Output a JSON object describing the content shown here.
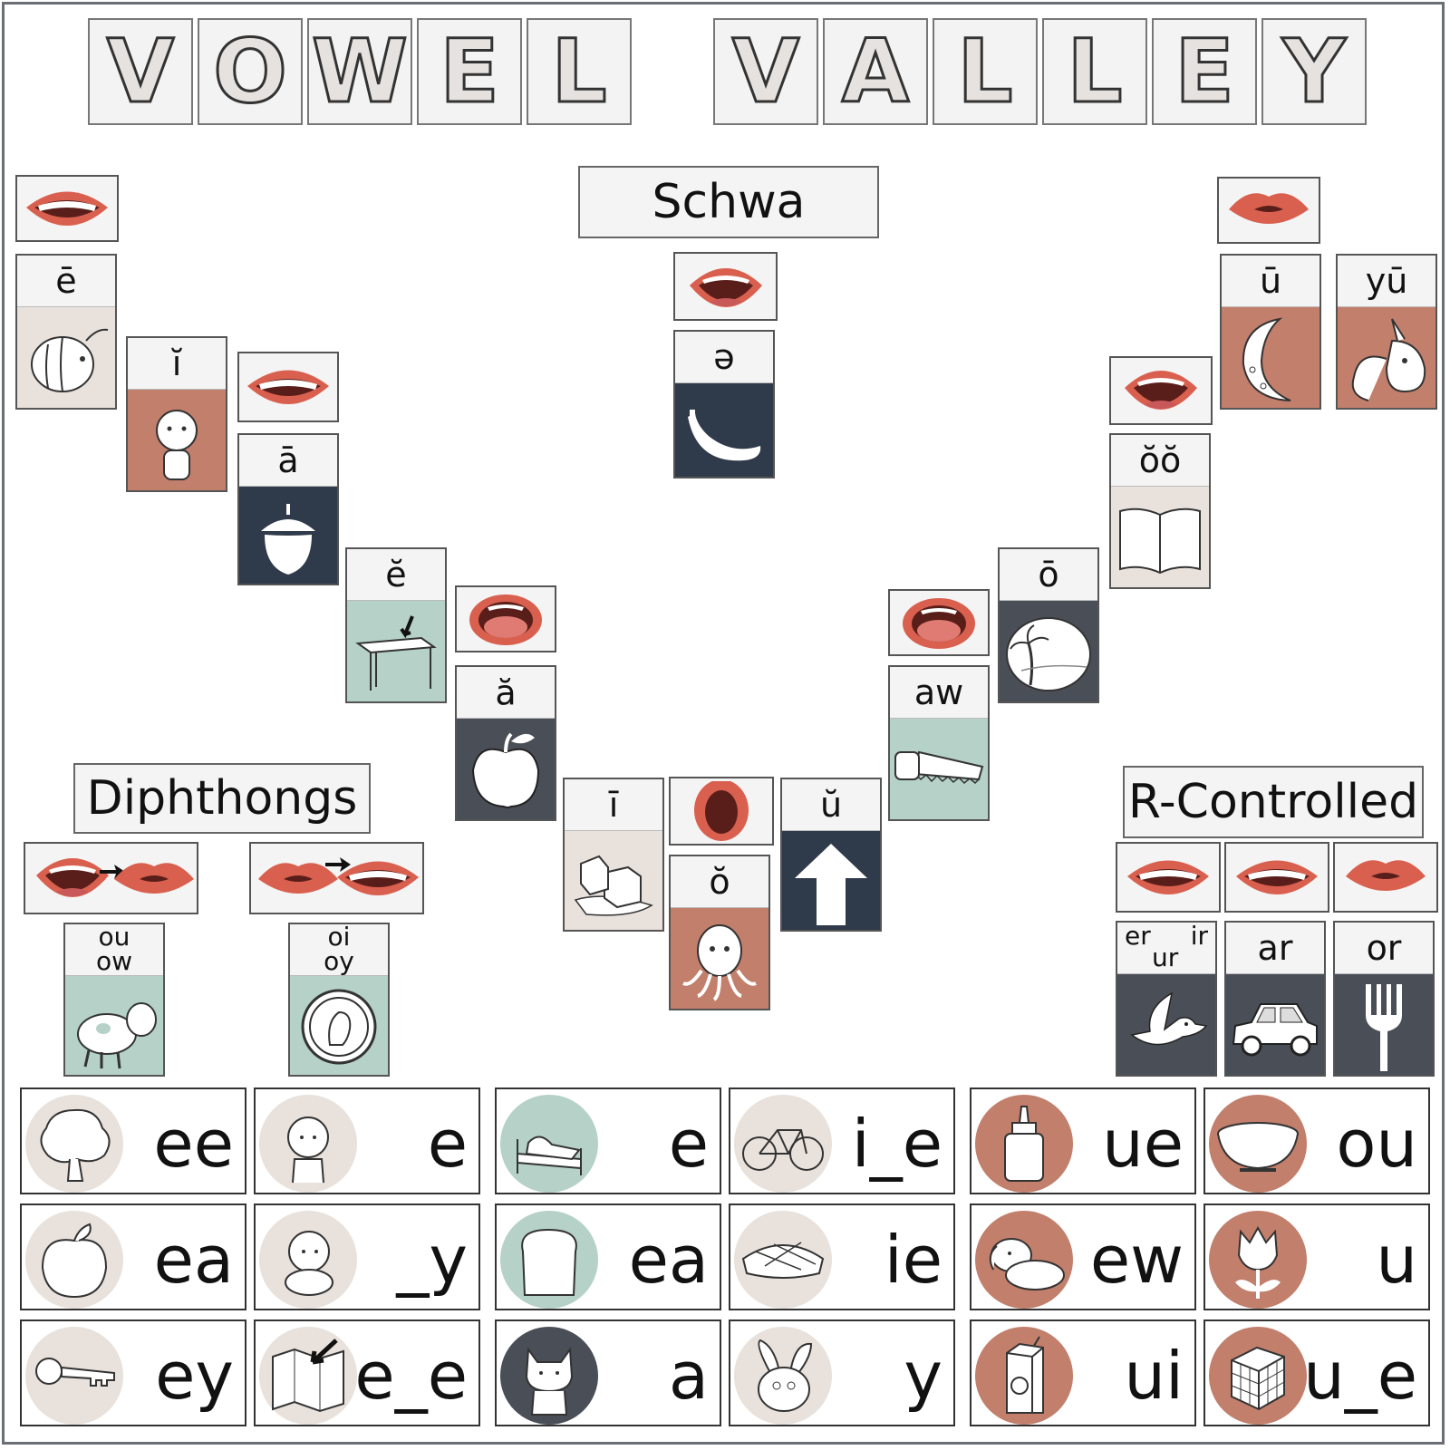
{
  "title": {
    "word1": [
      "V",
      "O",
      "W",
      "E",
      "L"
    ],
    "word2": [
      "V",
      "A",
      "L",
      "L",
      "E",
      "Y"
    ]
  },
  "labels": {
    "schwa": "Schwa",
    "diphthongs": "Diphthongs",
    "r_controlled": "R-Controlled"
  },
  "cards": {
    "e_long": "ē",
    "i_short": "ĭ",
    "a_long": "ā",
    "e_short": "ĕ",
    "a_short": "ă",
    "i_long": "ī",
    "o_short": "ŏ",
    "u_short": "ŭ",
    "aw": "aw",
    "o_long": "ō",
    "oo_short": "ŏŏ",
    "u_long": "ū",
    "yu": "yū",
    "schwa": "ə",
    "ou": "ou",
    "ow": "ow",
    "oi": "oi",
    "oy": "oy",
    "er": "er",
    "ir": "ir",
    "ur": "ur",
    "ar": "ar",
    "or": "or"
  },
  "colors": {
    "beige": "#e8e1dc",
    "terracotta": "#c17f6c",
    "navy": "#2f3a4b",
    "sage": "#b5d1c8",
    "slate": "#4a4e57",
    "lip": "#d9604f"
  },
  "spellings": {
    "row1": [
      "ee",
      "e",
      "e",
      "i_e",
      "ue",
      "ou"
    ],
    "row2": [
      "ea",
      "_y",
      "ea",
      "ie",
      "ew",
      "u"
    ],
    "row3": [
      "ey",
      "e_e",
      "a",
      "y",
      "ui",
      "u_e"
    ]
  }
}
